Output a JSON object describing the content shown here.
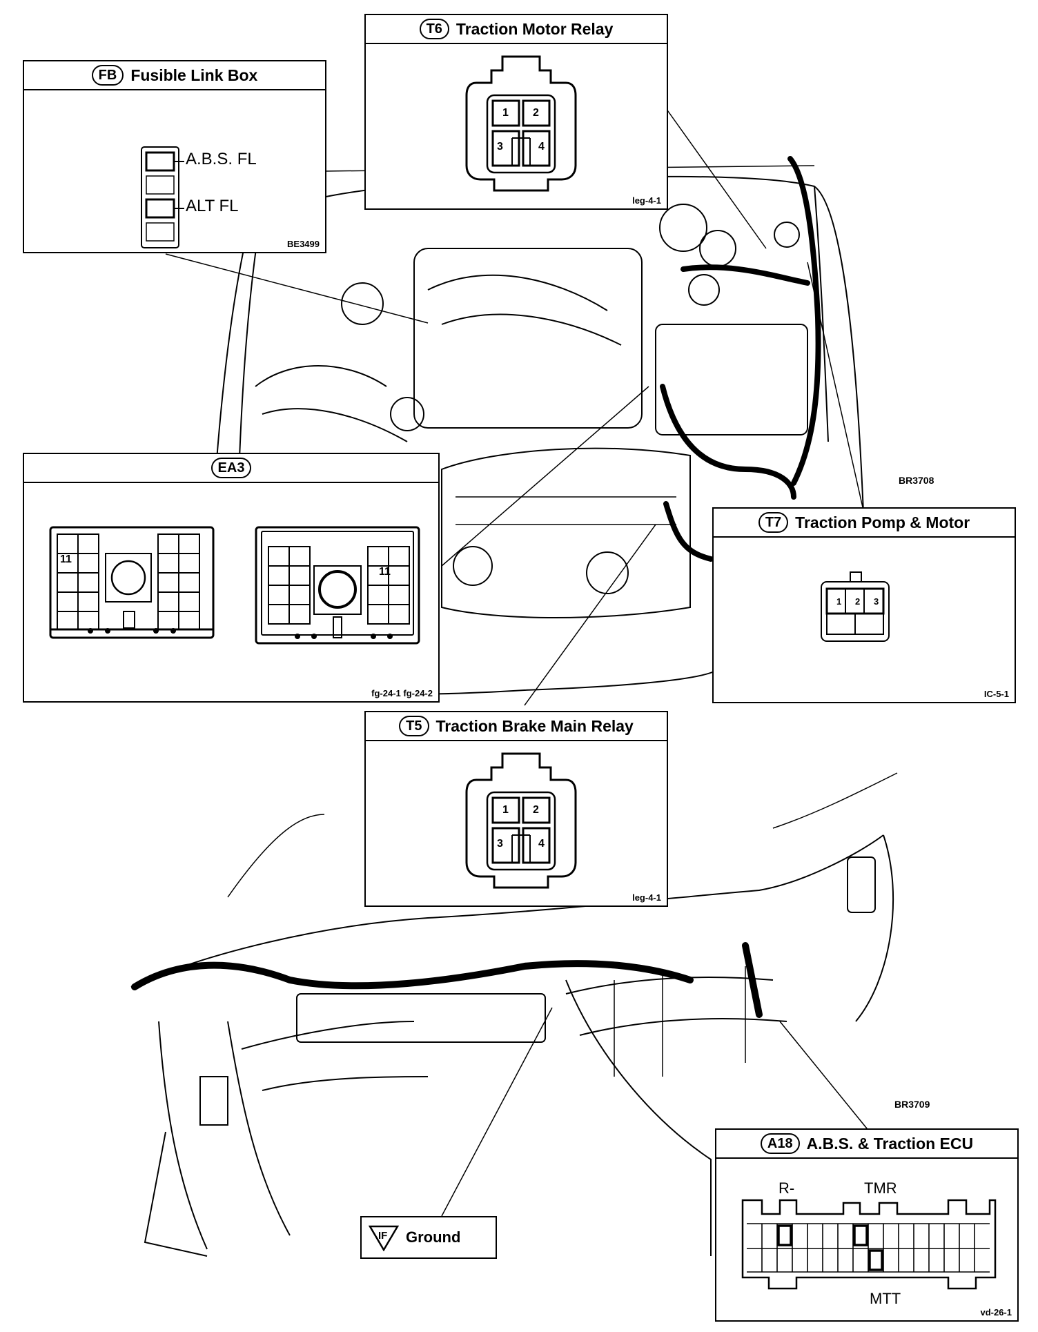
{
  "boxes": {
    "fb": {
      "tag": "FB",
      "title": "Fusible Link Box",
      "code": "BE3499",
      "items": [
        "A.B.S. FL",
        "ALT FL"
      ]
    },
    "t6": {
      "tag": "T6",
      "title": "Traction Motor Relay",
      "code": "leg-4-1",
      "pins": [
        "1",
        "2",
        "3",
        "4"
      ]
    },
    "ea3": {
      "tag": "EA3",
      "title": "",
      "code": "fg-24-1  fg-24-2",
      "pins": [
        "11",
        "11"
      ]
    },
    "t7": {
      "tag": "T7",
      "title": "Traction Pomp & Motor",
      "code": "IC-5-1",
      "pins": [
        "1",
        "2",
        "3"
      ]
    },
    "t5": {
      "tag": "T5",
      "title": "Traction Brake Main Relay",
      "code": "leg-4-1",
      "pins": [
        "1",
        "2",
        "3",
        "4"
      ]
    },
    "a18": {
      "tag": "A18",
      "title": "A.B.S. & Traction ECU",
      "code": "vd-26-1",
      "pins": [
        "R-",
        "TMR",
        "MTT"
      ]
    }
  },
  "figures": {
    "engine": "BR3708",
    "dash": "BR3709"
  },
  "ground": {
    "tag": "IF",
    "label": "Ground"
  }
}
